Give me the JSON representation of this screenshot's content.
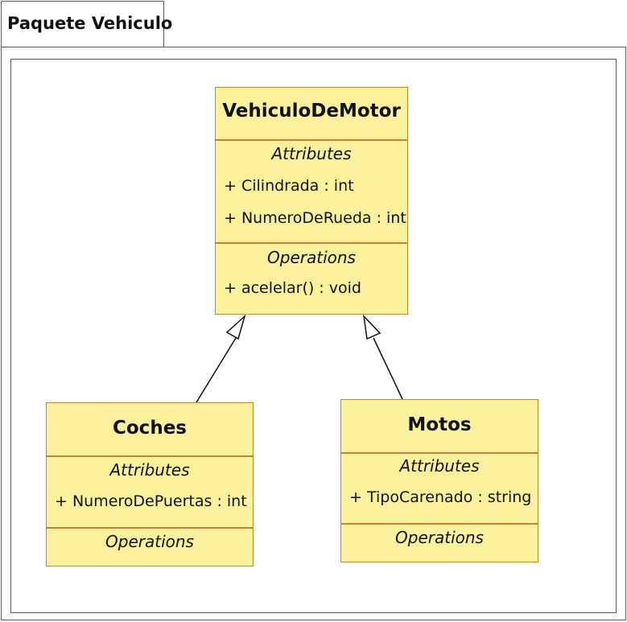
{
  "package": {
    "title": "Paquete Vehiculo"
  },
  "section_labels": {
    "attributes": "Attributes",
    "operations": "Operations"
  },
  "classes": {
    "vehiculo": {
      "name": "VehiculoDeMotor",
      "attributes": [
        "+ Cilindrada : int",
        "+ NumeroDeRueda : int"
      ],
      "operations": [
        "+ acelelar() : void"
      ]
    },
    "coches": {
      "name": "Coches",
      "attributes": [
        "+ NumeroDePuertas : int"
      ],
      "operations": []
    },
    "motos": {
      "name": "Motos",
      "attributes": [
        "+ TipoCarenado : string"
      ],
      "operations": []
    }
  },
  "relations": [
    {
      "type": "generalization",
      "from": "Coches",
      "to": "VehiculoDeMotor"
    },
    {
      "type": "generalization",
      "from": "Motos",
      "to": "VehiculoDeMotor"
    }
  ],
  "colors": {
    "class_fill": "#fbf19c",
    "class_border": "#b58a3a",
    "frame": "#4a6a4a"
  }
}
